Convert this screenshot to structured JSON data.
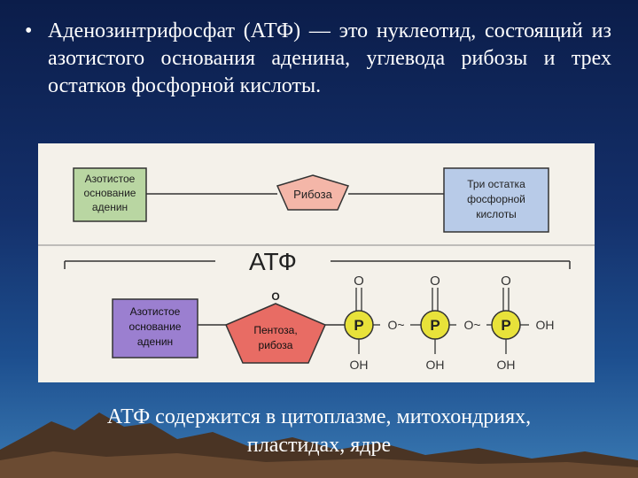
{
  "slide": {
    "bullet_symbol": "•",
    "intro_text": "Аденозинтрифосфат (АТФ) — это нуклеотид, состоящий из азотистого основания аденина, углевода рибозы и трех остатков фосфорной кислоты.",
    "caption_line1": "АТФ содержится в цитоплазме, митохондриях,",
    "caption_line2": "пластидах, ядре"
  },
  "diagram_top": {
    "base_line1": "Азотистое",
    "base_line2": "основание",
    "base_line3": "аденин",
    "sugar": "Рибоза",
    "phosphates_line1": "Три остатка",
    "phosphates_line2": "фосфорной",
    "phosphates_line3": "кислоты",
    "colors": {
      "base": "#b9d6a2",
      "sugar": "#f4b6a8",
      "phosphates": "#b8cbe8"
    }
  },
  "diagram_bottom": {
    "title": "АТФ",
    "base_line1": "Азотистое",
    "base_line2": "основание",
    "base_line3": "аденин",
    "sugar_line1": "Пентоза,",
    "sugar_line2": "рибоза",
    "o_label": "O",
    "p_label": "P",
    "bridge_label": "O~",
    "oh_label": "OH",
    "colors": {
      "base": "#9b7fd0",
      "sugar": "#e86c64",
      "phosphate": "#e8e23a"
    }
  }
}
